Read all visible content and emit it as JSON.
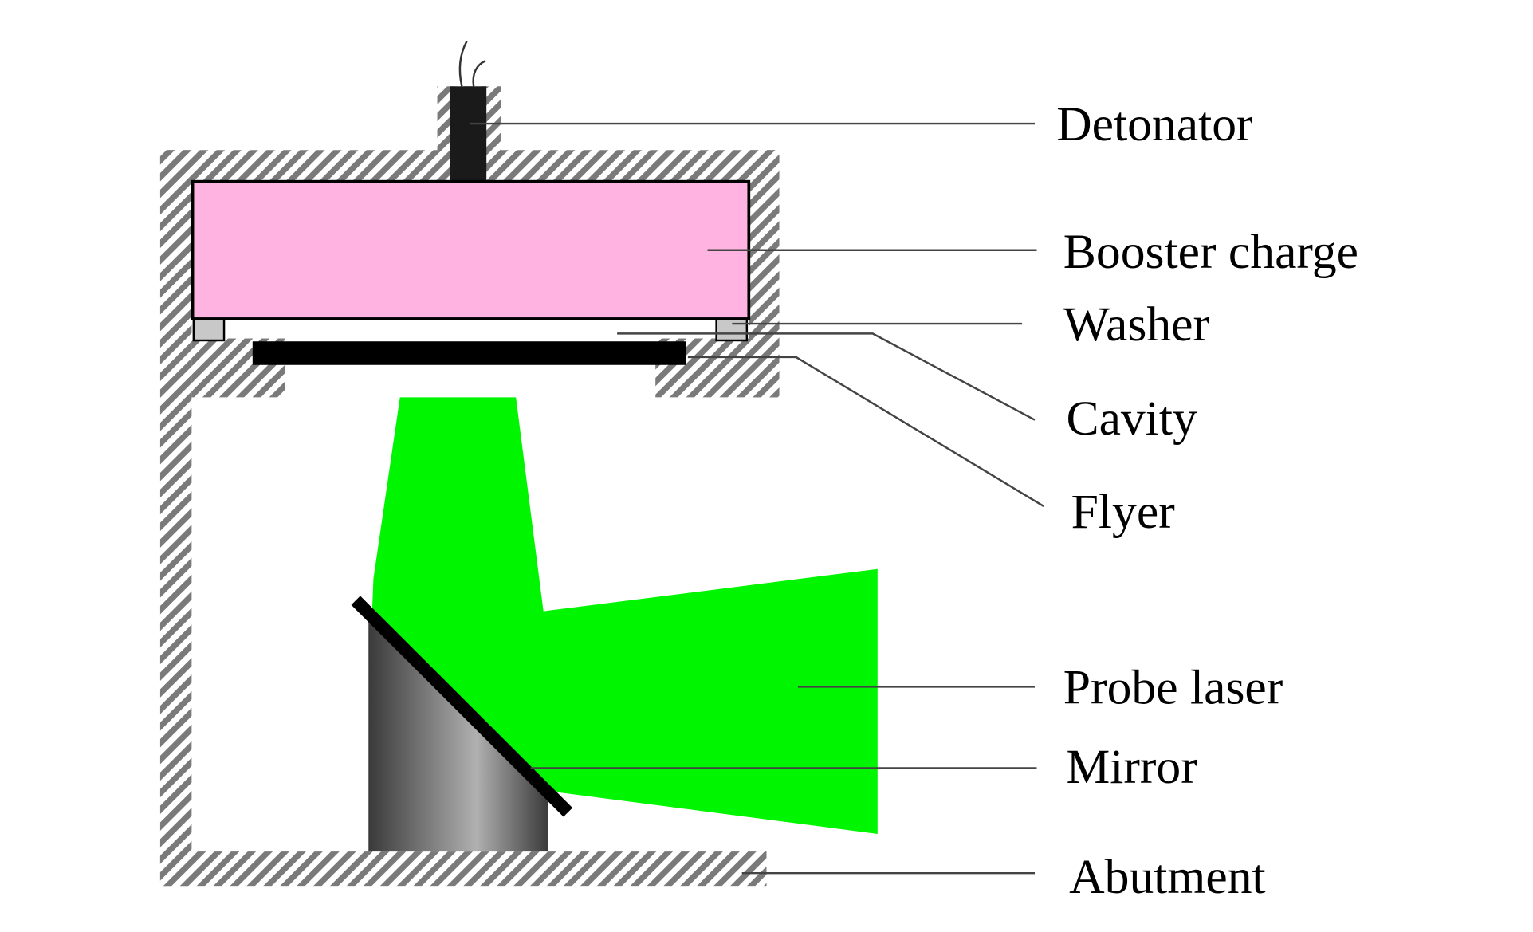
{
  "labels": {
    "detonator": "Detonator",
    "booster_charge": "Booster charge",
    "washer": "Washer",
    "cavity": "Cavity",
    "flyer": "Flyer",
    "probe_laser": "Probe laser",
    "mirror": "Mirror",
    "abutment": "Abutment"
  },
  "colors": {
    "booster_charge": "#FFB3E0",
    "probe_laser": "#00F500",
    "flyer": "#000000",
    "washer": "#C8C8C8",
    "hatch": "#7A7A7A"
  }
}
